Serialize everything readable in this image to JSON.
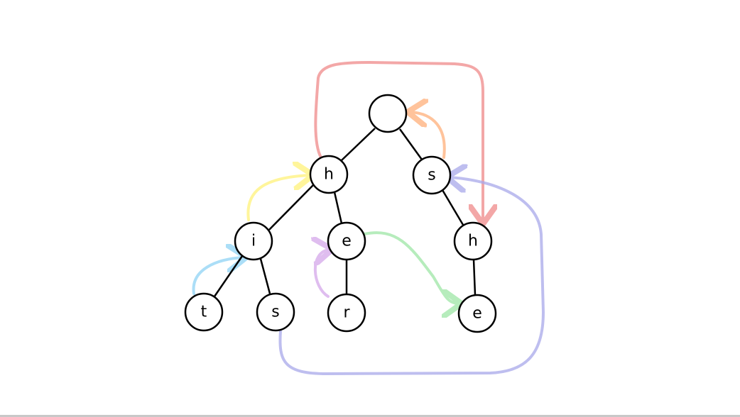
{
  "nodes": {
    "root": "",
    "h1": "h",
    "s1": "s",
    "i": "i",
    "e1": "e",
    "h2": "h",
    "t": "t",
    "s2": "s",
    "r": "r",
    "e2": "e"
  },
  "colors": {
    "red": "#f08a8a",
    "orange": "#ffb07a",
    "yellow": "#fff27a",
    "blue": "#8fd3f5",
    "purple": "#d5a8ea",
    "green": "#9ee6a6",
    "indigo": "#a9a9ea"
  }
}
